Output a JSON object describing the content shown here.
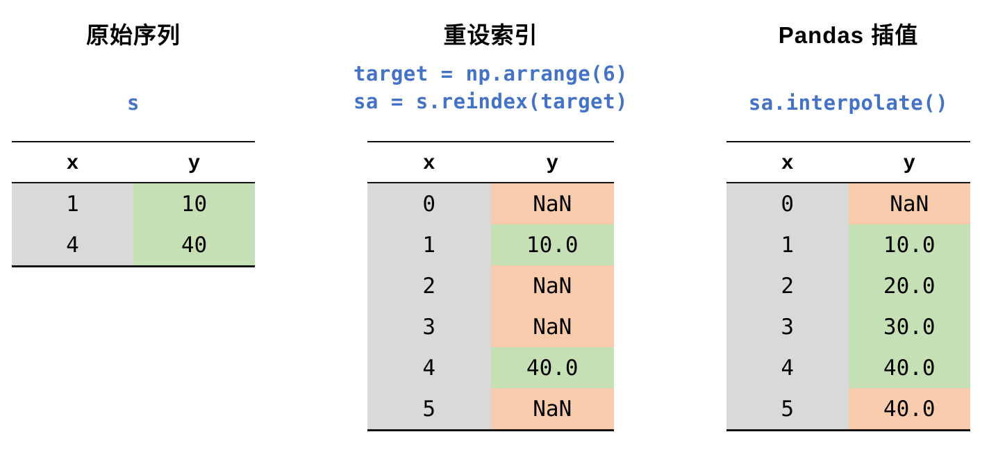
{
  "palette": {
    "code_blue": "#4472C4",
    "x_col_gray": "#D9D9D9",
    "value_green": "#C5E0B4",
    "nan_orange": "#F8CBAD",
    "rule_black": "#111111",
    "text_black": "#000000",
    "background": "#FFFFFF"
  },
  "panels": [
    {
      "title": "原始序列",
      "code_lines": [
        "s"
      ],
      "table": {
        "col_x_header": "x",
        "col_y_header": "y",
        "rows": [
          {
            "x": "1",
            "y": "10"
          },
          {
            "x": "4",
            "y": "40"
          }
        ]
      }
    },
    {
      "title": "重设索引",
      "code_lines": [
        "target = np.arrange(6)",
        "sa = s.reindex(target)"
      ],
      "table": {
        "col_x_header": "x",
        "col_y_header": "y",
        "rows": [
          {
            "x": "0",
            "y": "NaN"
          },
          {
            "x": "1",
            "y": "10.0"
          },
          {
            "x": "2",
            "y": "NaN"
          },
          {
            "x": "3",
            "y": "NaN"
          },
          {
            "x": "4",
            "y": "40.0"
          },
          {
            "x": "5",
            "y": "NaN"
          }
        ]
      }
    },
    {
      "title": "Pandas 插值",
      "code_lines": [
        "sa.interpolate()"
      ],
      "table": {
        "col_x_header": "x",
        "col_y_header": "y",
        "rows": [
          {
            "x": "0",
            "y": "NaN"
          },
          {
            "x": "1",
            "y": "10.0"
          },
          {
            "x": "2",
            "y": "20.0"
          },
          {
            "x": "3",
            "y": "30.0"
          },
          {
            "x": "4",
            "y": "40.0"
          },
          {
            "x": "5",
            "y": "40.0"
          }
        ]
      }
    }
  ]
}
